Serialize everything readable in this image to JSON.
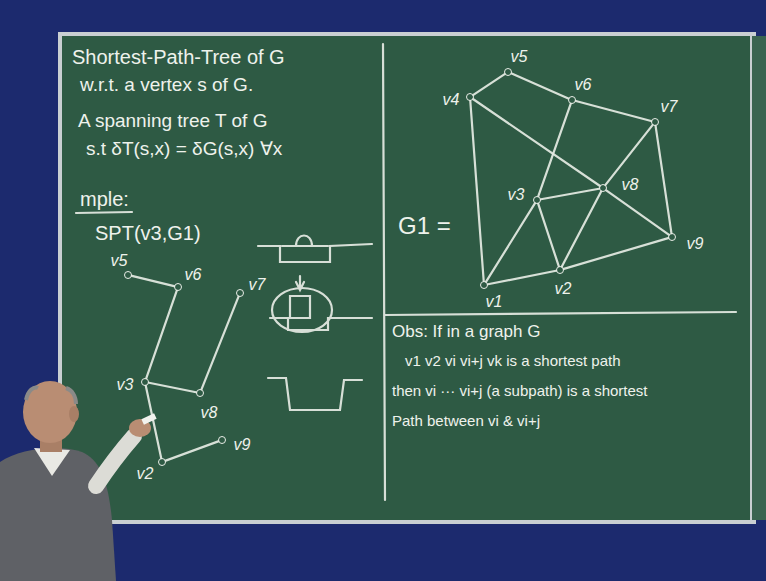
{
  "diagram": {
    "nodes": [
      {
        "text": [
          "v5"
        ]
      },
      {
        "text": [
          "v6"
        ]
      },
      {
        "text": [
          "v7"
        ]
      },
      {
        "text": [
          "v3"
        ]
      },
      {
        "text": [
          "v8"
        ]
      },
      {
        "text": [
          "v9"
        ]
      },
      {
        "text": [
          "v2"
        ]
      },
      {
        "text": [
          "v4"
        ]
      },
      {
        "text": [
          "v5"
        ]
      },
      {
        "text": [
          "v6"
        ]
      },
      {
        "text": [
          "v7"
        ]
      },
      {
        "text": [
          "v8"
        ]
      },
      {
        "text": [
          "v3"
        ]
      },
      {
        "text": [
          "v9"
        ]
      },
      {
        "text": [
          "v2"
        ]
      },
      {
        "text": [
          "v1"
        ]
      }
    ],
    "edges": [
      {
        "from": 0,
        "to": 1,
        "arrow": "none"
      },
      {
        "from": 1,
        "to": 3,
        "arrow": "none"
      },
      {
        "from": 3,
        "to": 4,
        "arrow": "none"
      },
      {
        "from": 4,
        "to": 2,
        "arrow": "none"
      },
      {
        "from": 3,
        "to": 6,
        "arrow": "none"
      },
      {
        "from": 6,
        "to": 5,
        "arrow": "none"
      },
      {
        "from": 7,
        "to": 8,
        "arrow": "none"
      },
      {
        "from": 8,
        "to": 9,
        "arrow": "none"
      },
      {
        "from": 9,
        "to": 10,
        "arrow": "none"
      },
      {
        "from": 10,
        "to": 13,
        "arrow": "none"
      },
      {
        "from": 13,
        "to": 14,
        "arrow": "none"
      },
      {
        "from": 14,
        "to": 15,
        "arrow": "none"
      },
      {
        "from": 15,
        "to": 7,
        "arrow": "none"
      },
      {
        "from": 7,
        "to": 11,
        "arrow": "none"
      },
      {
        "from": 9,
        "to": 12,
        "arrow": "none"
      },
      {
        "from": 10,
        "to": 11,
        "arrow": "none"
      },
      {
        "from": 11,
        "to": 14,
        "arrow": "none"
      },
      {
        "from": 12,
        "to": 11,
        "arrow": "none"
      },
      {
        "from": 12,
        "to": 15,
        "arrow": "none"
      },
      {
        "from": 12,
        "to": 14,
        "arrow": "none"
      },
      {
        "from": 11,
        "to": 13,
        "arrow": "none"
      }
    ],
    "labels": [
      "Shortest-Path-Tree of G",
      "w.r.t. a vertex s of G.",
      "A spanning tree T of G",
      "s.t δT(s,x) = δG(s,x) ∀x",
      "mple:",
      "SPT(v3,G1)",
      "G1 =",
      "Obs: If in a graph G",
      "v1 v2 vi vi+j vk is a shortest path",
      "then vi ··· vi+j (a subpath) is a shortest",
      "Path between vi & vi+j"
    ]
  }
}
